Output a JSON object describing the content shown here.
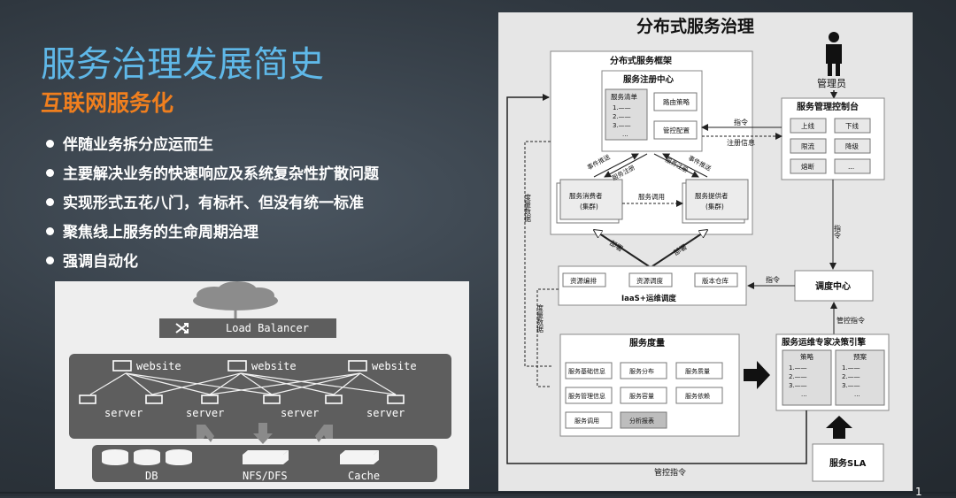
{
  "slide": {
    "title": "服务治理发展简史",
    "subtitle": "互联网服务化",
    "bullets": [
      "伴随业务拆分应运而生",
      "主要解决业务的快速响应及系统复杂性扩散问题",
      "实现形式五花八门，有标杆、但没有统一标准",
      "聚焦线上服务的生命周期治理",
      "强调自动化"
    ],
    "corner_mark": "1"
  },
  "left_diagram": {
    "load_balancer": "Load Balancer",
    "websites": [
      "website",
      "website",
      "website"
    ],
    "servers": [
      "server",
      "server",
      "server",
      "server"
    ],
    "storage": [
      "DB",
      "NFS/DFS",
      "Cache"
    ]
  },
  "right_diagram": {
    "title": "分布式服务治理",
    "admin": "管理员",
    "framework": {
      "title": "分布式服务框架",
      "registry": {
        "title": "服务注册中心",
        "list_title": "服务清单",
        "list_items": [
          "1.——",
          "2.——",
          "3.——",
          "..."
        ],
        "routing": "路由策略",
        "config": "管控配置"
      },
      "consumer": "服务消费者\n(集群)",
      "consumer_l1": "服务消费者",
      "consumer_l2": "(集群)",
      "provider_l1": "服务提供者",
      "provider_l2": "(集群)",
      "invoke": "服务调用",
      "event_push_left": "事件推送",
      "register_left": "服务注册",
      "register_right": "服务注册",
      "event_push_right": "事件推送"
    },
    "console": {
      "title": "服务管理控制台",
      "buttons": [
        "上线",
        "下线",
        "限流",
        "降级",
        "熔断",
        "..."
      ]
    },
    "instr_to_registry": "指令",
    "registry_info": "注册信息",
    "instr_down": "指令",
    "metric_data_top": "度量数据",
    "deploy_left": "部署",
    "deploy_right": "部署",
    "iaas": {
      "items": [
        "资源编排",
        "资源调度",
        "版本仓库"
      ],
      "label": "IaaS+运维调度"
    },
    "instr_to_iaas": "指令",
    "scheduler": "调度中心",
    "metric_data_bottom": "度量数据",
    "control_instr_up": "管控指令",
    "metrics": {
      "title": "服务度量",
      "items": [
        "服务基础信息",
        "服务分布",
        "服务质量",
        "服务管理信息",
        "服务容量",
        "服务依赖",
        "服务调用",
        "分析报表"
      ]
    },
    "expert": {
      "title": "服务运维专家决策引擎",
      "policy": "策略",
      "plan": "预案",
      "items": [
        "1.——",
        "2.——",
        "3.——",
        "..."
      ]
    },
    "sla": "服务SLA",
    "control_instr_bottom": "管控指令"
  },
  "colors": {
    "title": "#5fb8e8",
    "subtitle": "#f07f1e",
    "panel": "#e6e6e6",
    "dark_box": "#5a5a5a"
  }
}
